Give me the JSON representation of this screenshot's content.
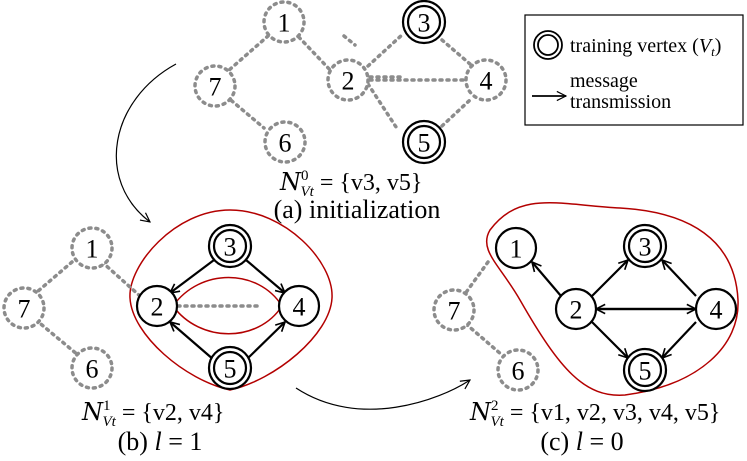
{
  "colors": {
    "stroke": "#000000",
    "dotted": "#8c8c8c",
    "region": "#b30000",
    "background": "#ffffff"
  },
  "legend": {
    "training_vertex": "training vertex (",
    "training_vertex_symbol": "V",
    "training_vertex_subscript": "t",
    "training_vertex_close": ")",
    "message_line1": "message",
    "message_line2": "transmission"
  },
  "nodes": {
    "v1": "1",
    "v2": "2",
    "v3": "3",
    "v4": "4",
    "v5": "5",
    "v6": "6",
    "v7": "7"
  },
  "panels": {
    "a": {
      "caption": "(a) initialization",
      "set_sup": "0",
      "set_value": " = {v3, v5}"
    },
    "b": {
      "caption_prefix": "(b) ",
      "caption_var": "l",
      "caption_suffix": " = 1",
      "set_sup": "1",
      "set_value": " = {v2, v4}"
    },
    "c": {
      "caption_prefix": "(c) ",
      "caption_var": "l",
      "caption_suffix": " = 0",
      "set_sup": "2",
      "set_value": " = {v1, v2, v3, v4, v5}"
    }
  },
  "formula_symbol": "N",
  "formula_subscript": "Vt"
}
